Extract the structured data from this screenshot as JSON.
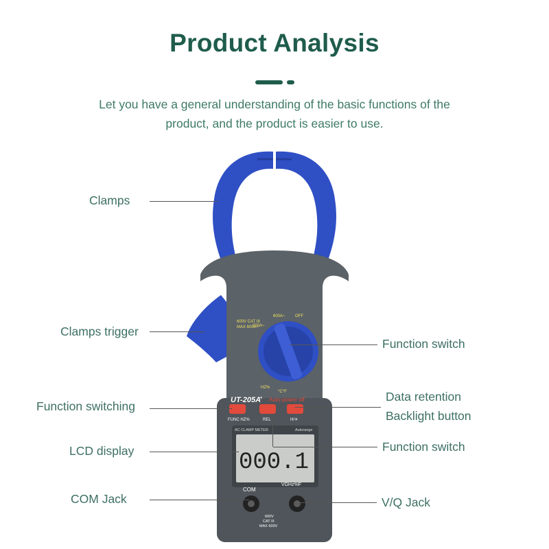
{
  "header": {
    "title": "Product Analysis",
    "subtitle_line1": "Let you have a general understanding of the basic functions of the",
    "subtitle_line2": "product, and the product is easier to use."
  },
  "callouts": {
    "clamps": "Clamps",
    "clamps_trigger": "Clamps trigger",
    "function_switching": "Function switching",
    "lcd_display": "LCD display",
    "com_jack": "COM Jack",
    "function_switch_dial": "Function switch",
    "data_retention": "Data retention",
    "backlight_button": "Backlight button",
    "function_switch_rel": "Function switch",
    "vq_jack": "V/Q Jack"
  },
  "device": {
    "model": "UT-205A",
    "model_suffix": "+",
    "auto_power_off": "Auto-power off",
    "btn_func": "FUNC HZ%",
    "btn_rel": "REL",
    "btn_hold": "H/☀",
    "meter_label": "AC CLAMP METER",
    "autorange": "Autorange",
    "lcd_value": "000.1",
    "com_label": "COM",
    "v_label": "VΩHz%F",
    "jack_rating_1": "600V",
    "jack_rating_2": "CAT III",
    "jack_rating_3": "MAX 600V",
    "dial_off": "OFF",
    "dial_600a": "600A~",
    "dial_200a": "200A~",
    "dial_hz": "HZ%",
    "dial_temp": "°C°F",
    "rating_line1": "600V CAT III",
    "rating_line2": "MAX 600A~"
  },
  "colors": {
    "title": "#1f5c4c",
    "body_gray": "#5b6268",
    "clamp_blue": "#2f4fc4",
    "button_red": "#e24a3c"
  }
}
